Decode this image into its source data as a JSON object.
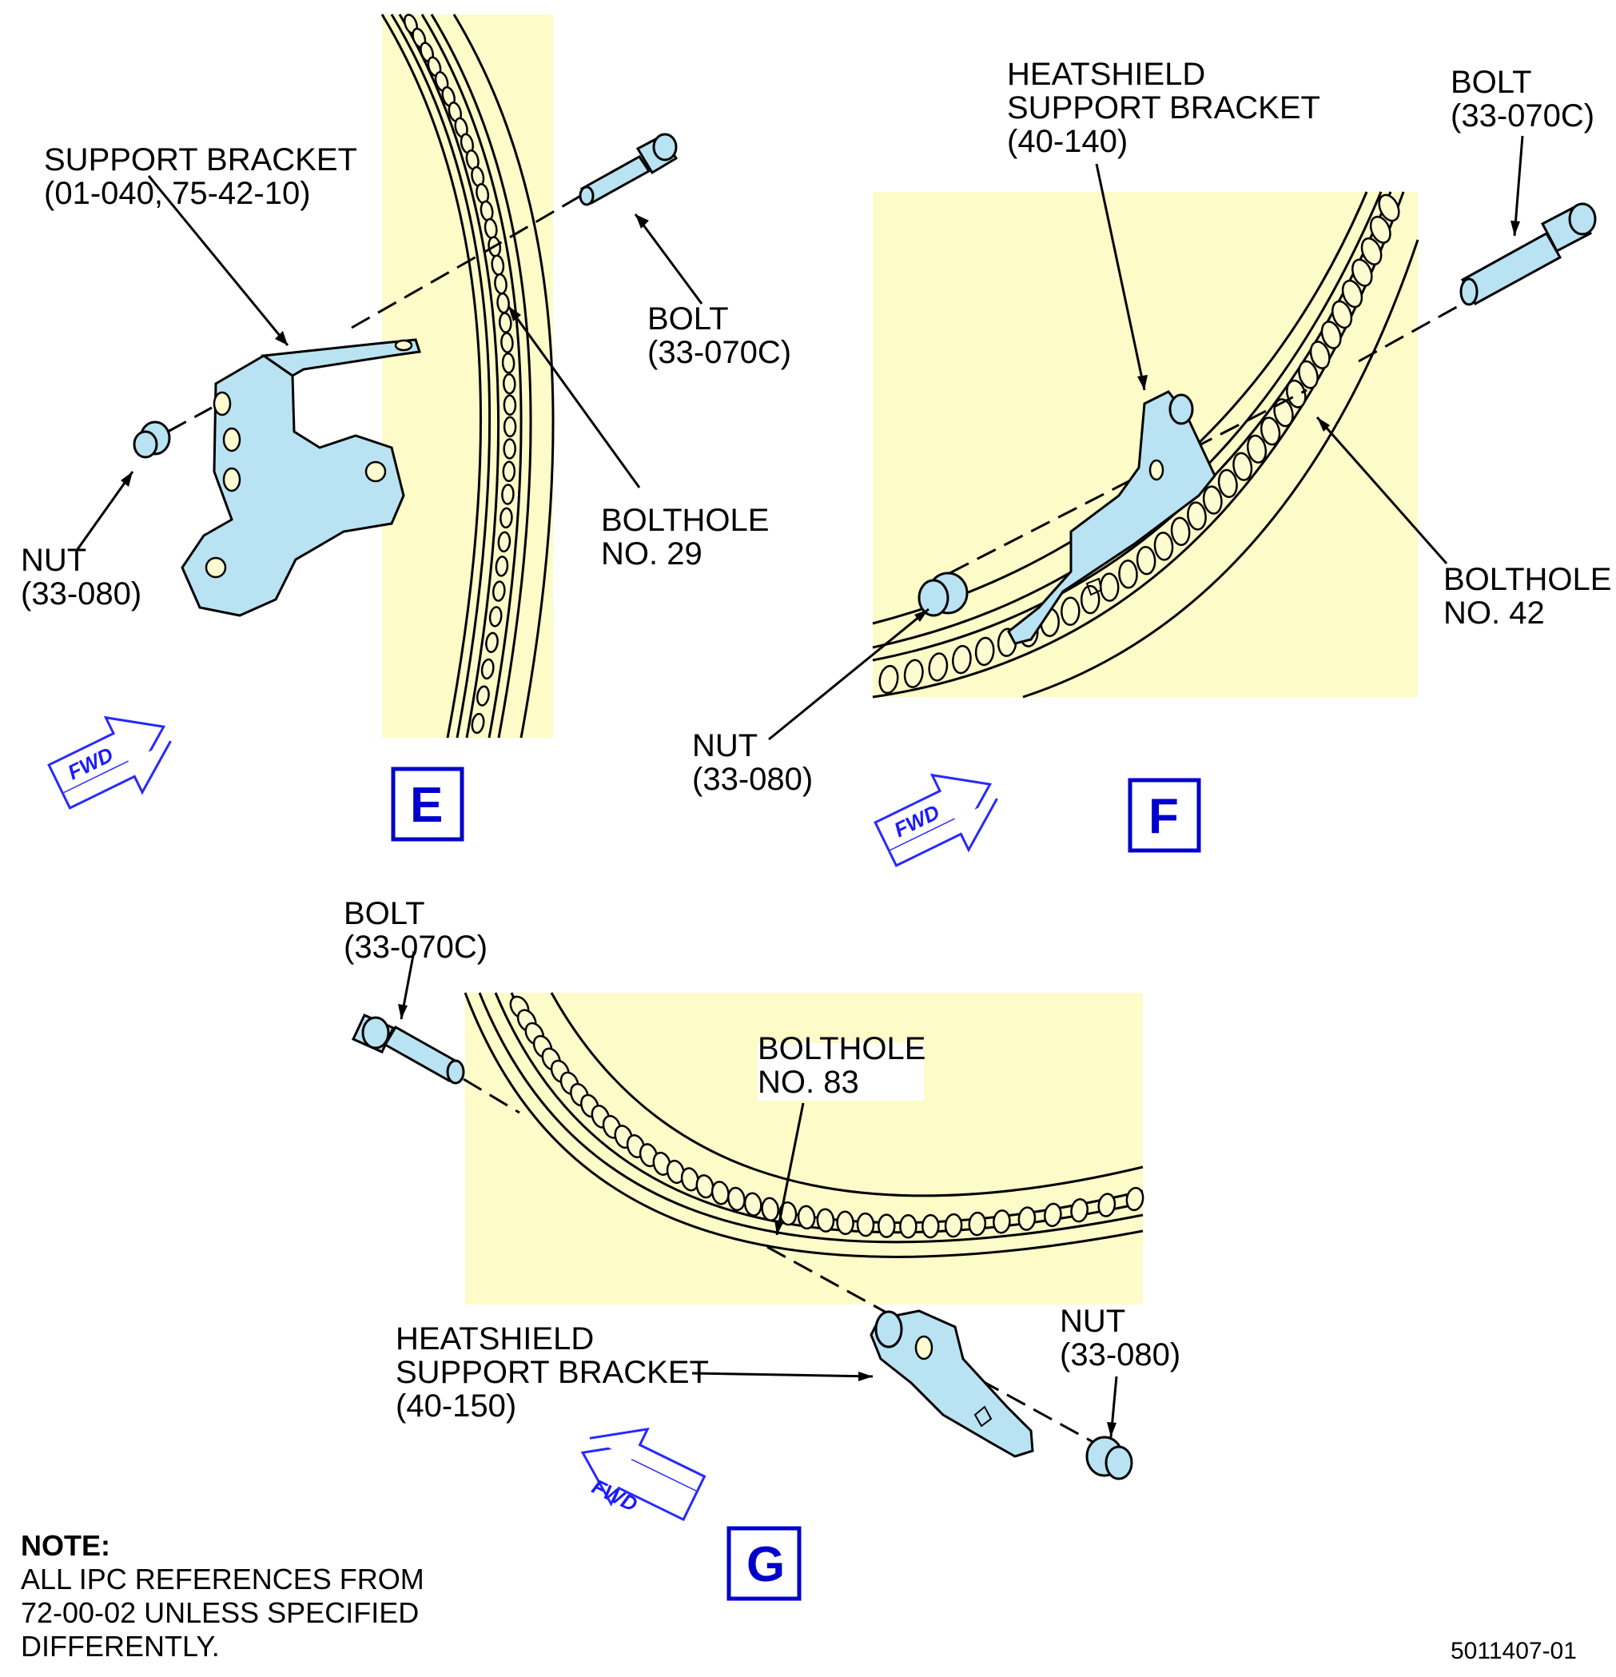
{
  "views": {
    "e": {
      "letter": "E",
      "bracket": [
        "SUPPORT BRACKET",
        "(01-040, 75-42-10)"
      ],
      "bolt": [
        "BOLT",
        "(33-070C)"
      ],
      "bolthole": [
        "BOLTHOLE",
        "NO. 29"
      ],
      "nut": [
        "NUT",
        "(33-080)"
      ],
      "fwd": "FWD"
    },
    "f": {
      "letter": "F",
      "bracket": [
        "HEATSHIELD",
        "SUPPORT BRACKET",
        "(40-140)"
      ],
      "bolt": [
        "BOLT",
        "(33-070C)"
      ],
      "bolthole": [
        "BOLTHOLE",
        "NO. 42"
      ],
      "nut": [
        "NUT",
        "(33-080)"
      ],
      "fwd": "FWD"
    },
    "g": {
      "letter": "G",
      "bracket": [
        "HEATSHIELD",
        "SUPPORT BRACKET",
        "(40-150)"
      ],
      "bolt": [
        "BOLT",
        "(33-070C)"
      ],
      "bolthole": [
        "BOLTHOLE",
        "NO. 83"
      ],
      "nut": [
        "NUT",
        "(33-080)"
      ],
      "fwd": "FWD"
    }
  },
  "note": {
    "title": "NOTE:",
    "lines": [
      "ALL IPC REFERENCES FROM",
      "72-00-02 UNLESS SPECIFIED",
      "DIFFERENTLY."
    ]
  },
  "doc_number": "5011407-01",
  "colors": {
    "panel": "#fdfbc8",
    "part": "#b9e3f2",
    "view_letter": "#0000cc",
    "fwd_arrow": "#2828ff"
  }
}
